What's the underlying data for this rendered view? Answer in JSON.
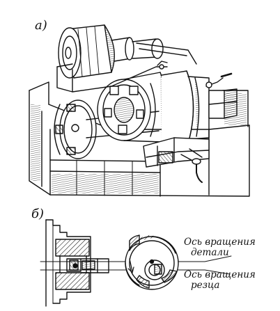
{
  "figure": {
    "panel_a_label": "а)",
    "panel_b_label": "б)"
  },
  "annotations": {
    "part_axis_line1": "Ось вращения",
    "part_axis_line2": "детали",
    "tool_axis_line1": "Ось вращения",
    "tool_axis_line2": "резца"
  },
  "colors": {
    "ink": "#111111",
    "paper": "#ffffff"
  }
}
